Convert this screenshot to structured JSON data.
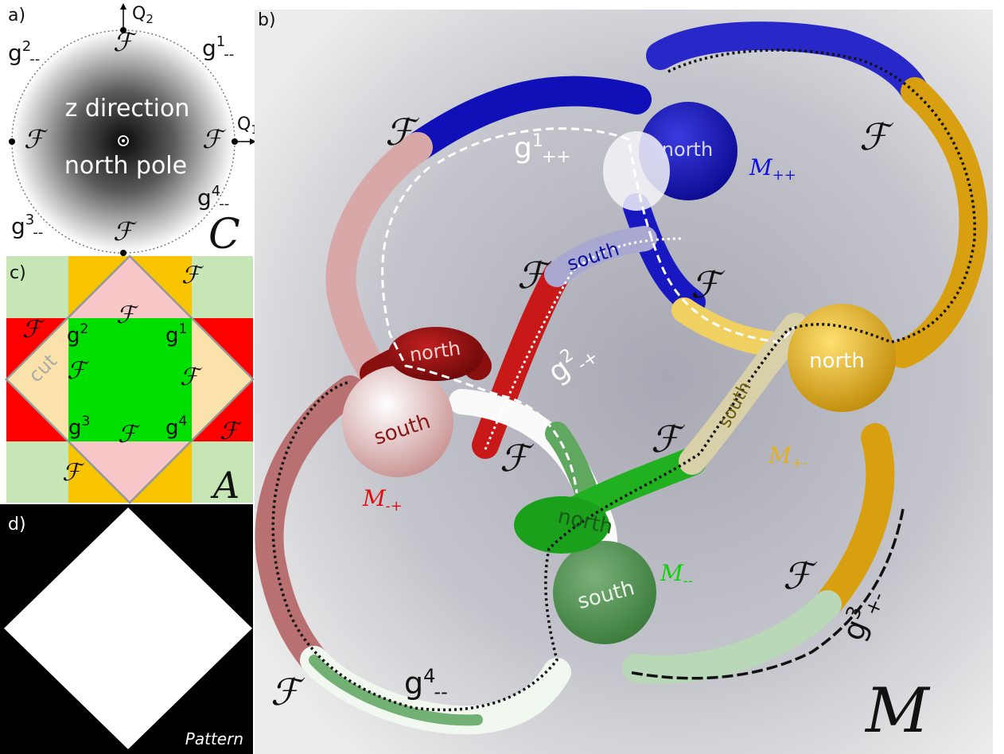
{
  "panels": {
    "a": {
      "label": "a)",
      "q2": "Q",
      "q2_sub": "2",
      "q1": "Q",
      "q1_sub": "1",
      "g2": "g",
      "g2_sup": "2",
      "g2_sub": "--",
      "g1": "g",
      "g1_sup": "1",
      "g1_sub": "--",
      "g3": "g",
      "g3_sup": "3",
      "g3_sub": "--",
      "g4": "g",
      "g4_sup": "4",
      "g4_sub": "--",
      "f_symbol": "ℱ",
      "center_line1": "z direction",
      "center_line2": "north pole",
      "corner": "C"
    },
    "b": {
      "label": "b)",
      "f_symbol": "ℱ",
      "north": "north",
      "south": "south",
      "m_pp": "M",
      "m_pp_sub": "++",
      "m_pm": "M",
      "m_pm_sub": "+-",
      "m_mp": "M",
      "m_mp_sub": "-+",
      "m_mm": "M",
      "m_mm_sub": "--",
      "m_main": "M",
      "g1": "g",
      "g1_sup": "1",
      "g1_sub": "++",
      "g2": "g",
      "g2_sup": "2",
      "g2_sub": "-+",
      "g3": "g",
      "g3_sup": "3",
      "g3_sub": "+-",
      "g4": "g",
      "g4_sup": "4",
      "g4_sub": "--",
      "colors": {
        "blue": "#1010b8",
        "red": "#c81818",
        "gold": "#d8a010",
        "green": "#20b020",
        "pink": "#d8a8a8",
        "lightgreen": "#98c898"
      }
    },
    "c": {
      "label": "c)",
      "cut": "cut",
      "f_symbol": "ℱ",
      "g1": "g",
      "g1_sup": "1",
      "g2": "g",
      "g2_sup": "2",
      "g3": "g",
      "g3_sup": "3",
      "g4": "g",
      "g4_sup": "4",
      "corner": "A",
      "colors": {
        "lightgreen": "#c6e6b6",
        "orange": "#f8c400",
        "red": "#ff0000",
        "pink": "#f8c8c8",
        "green": "#00e000",
        "cream": "#fae2aa"
      }
    },
    "d": {
      "label": "d)",
      "caption": "Pattern"
    }
  }
}
